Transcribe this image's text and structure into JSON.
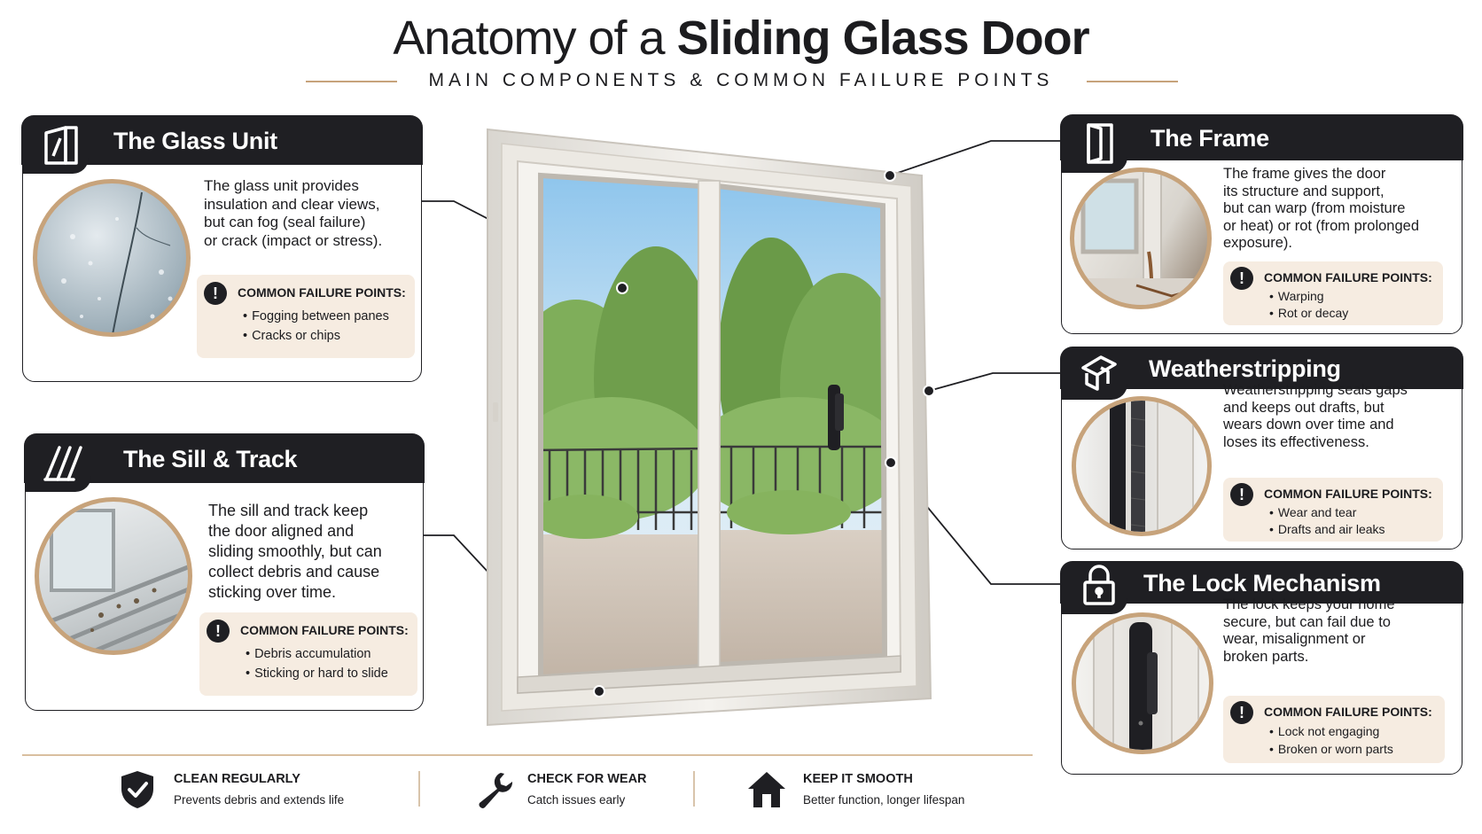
{
  "header": {
    "title_light": "Anatomy of a",
    "title_bold": "Sliding Glass Door",
    "subtitle": "MAIN COMPONENTS & COMMON FAILURE POINTS"
  },
  "failure_label": "COMMON FAILURE POINTS:",
  "cards": {
    "glass": {
      "title": "The Glass Unit",
      "icon": "glass-pane-icon",
      "desc": [
        "The glass unit provides",
        "insulation and clear views,",
        "but can fog (seal failure)",
        "or crack (impact or stress)."
      ],
      "failures": [
        "Fogging between panes",
        "Cracks or chips"
      ]
    },
    "sill": {
      "title": "The Sill & Track",
      "icon": "track-rails-icon",
      "desc": [
        "The sill and track keep",
        "the door aligned and",
        "sliding smoothly, but can",
        "collect debris and cause",
        "sticking over time."
      ],
      "failures": [
        "Debris accumulation",
        "Sticking or hard to slide"
      ]
    },
    "frame": {
      "title": "The Frame",
      "icon": "door-frame-icon",
      "desc": [
        "The frame gives the door",
        "its structure and support,",
        "but can warp (from moisture",
        "or heat) or rot (from prolonged",
        "exposure)."
      ],
      "failures": [
        "Warping",
        "Rot or decay"
      ]
    },
    "weather": {
      "title": "Weatherstripping",
      "icon": "weatherstrip-icon",
      "desc": [
        "Weatherstripping seals gaps",
        "and keeps out drafts, but",
        "wears down over time and",
        "loses its effectiveness."
      ],
      "failures": [
        "Wear and tear",
        "Drafts and air leaks"
      ]
    },
    "lock": {
      "title": "The Lock Mechanism",
      "icon": "padlock-icon",
      "desc": [
        "The lock keeps your home",
        "secure, but can fail due to",
        "wear, misalignment or",
        "broken parts."
      ],
      "failures": [
        "Lock not engaging",
        "Broken or worn parts"
      ]
    }
  },
  "tips": [
    {
      "title": "CLEAN REGULARLY",
      "sub": "Prevents debris and extends life",
      "icon": "shield-check-icon"
    },
    {
      "title": "CHECK FOR WEAR",
      "sub": "Catch issues early",
      "icon": "wrench-icon"
    },
    {
      "title": "KEEP IT SMOOTH",
      "sub": "Better function, longer lifespan",
      "icon": "house-icon"
    }
  ],
  "colors": {
    "dark": "#1f1f23",
    "accent_gold": "#c7a37b",
    "failure_bg": "#f6ece1"
  }
}
